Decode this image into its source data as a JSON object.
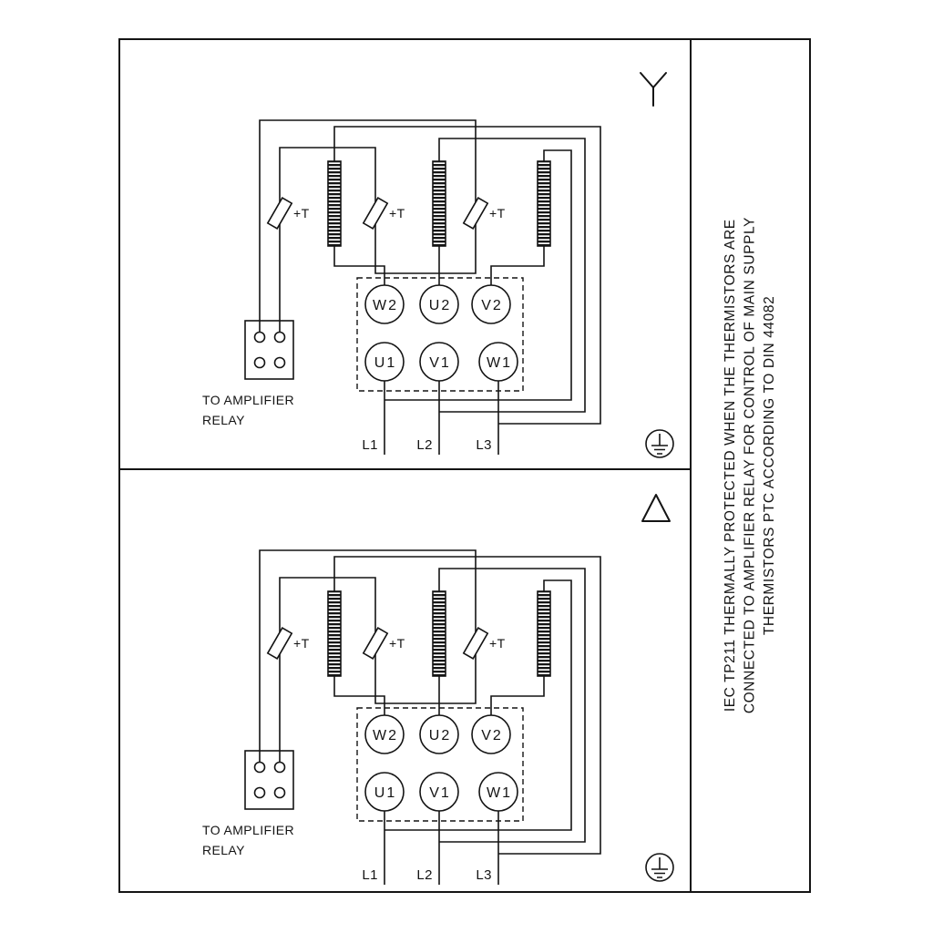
{
  "diagram": {
    "thermistor_label": "+T",
    "terminals_top": [
      "W2",
      "U2",
      "V2"
    ],
    "terminals_bottom": [
      "U1",
      "V1",
      "W1"
    ],
    "line_labels": [
      "L1",
      "L2",
      "L3"
    ],
    "relay_note_line1": "TO AMPLIFIER",
    "relay_note_line2": "RELAY"
  },
  "panels": [
    {
      "name": "star-connection",
      "symbol": "star"
    },
    {
      "name": "delta-connection",
      "symbol": "delta"
    }
  ],
  "note": {
    "line1": "IEC TP211 THERMALLY PROTECTED WHEN THE THERMISTORS ARE",
    "line2": "CONNECTED TO AMPLIFIER RELAY FOR CONTROL OF MAIN SUPPLY",
    "line3": "THERMISTORS PTC ACCORDING TO DIN 44082"
  },
  "colors": {
    "line": "#141414",
    "background": "#ffffff"
  }
}
